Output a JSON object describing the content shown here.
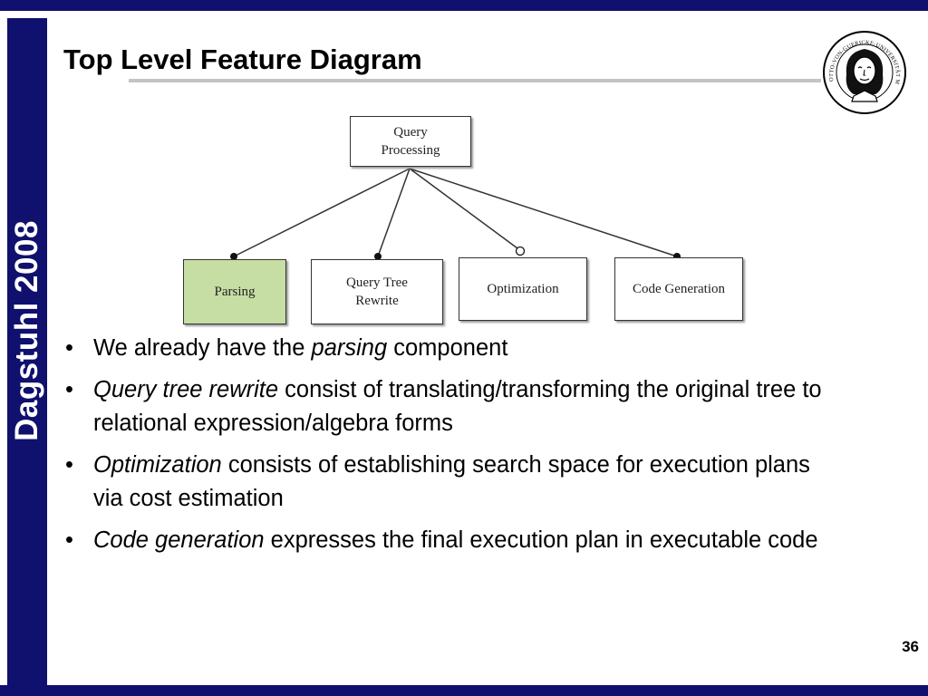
{
  "slide": {
    "title": "Top Level Feature Diagram",
    "side_label": "Dagstuhl 2008",
    "page_number": "36"
  },
  "seal": {
    "text": "OTTO-VON-GUERICKE-UNIVERSITÄT MAGDEBURG"
  },
  "diagram": {
    "root": {
      "label": "Query\nProcessing"
    },
    "children": [
      {
        "label": "Parsing",
        "edge": "mandatory",
        "highlighted": true
      },
      {
        "label": "Query Tree\nRewrite",
        "edge": "mandatory",
        "highlighted": false
      },
      {
        "label": "Optimization",
        "edge": "optional",
        "highlighted": false
      },
      {
        "label": "Code Generation",
        "edge": "mandatory",
        "highlighted": false
      }
    ],
    "colors": {
      "highlight": "#c6dda4",
      "border": "#333333"
    }
  },
  "bullets": [
    {
      "lead": "We already have the ",
      "italic": "parsing",
      "rest": " component"
    },
    {
      "lead": "",
      "italic": "Query tree rewrite",
      "rest": " consist of translating/transforming the original tree to relational expression/algebra forms"
    },
    {
      "lead": "",
      "italic": "Optimization",
      "rest": " consists of establishing search space for execution plans via cost estimation"
    },
    {
      "lead": "",
      "italic": "Code generation",
      "rest": " expresses the final execution plan in executable code"
    }
  ],
  "colors": {
    "navy": "#10106e",
    "rule": "#c4c4c4"
  }
}
